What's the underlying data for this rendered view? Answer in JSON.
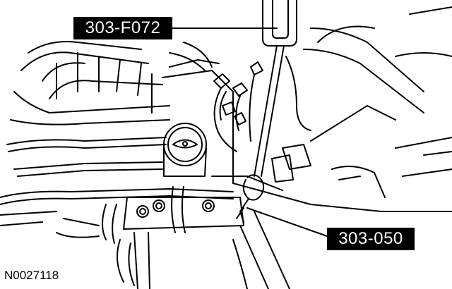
{
  "callouts": {
    "special_tool_top": "303-F072",
    "special_tool_bottom": "303-050"
  },
  "figure": {
    "id": "N0027118"
  },
  "colors": {
    "line": "#000000",
    "background": "#ffffff",
    "callout_fill": "#000000",
    "callout_text": "#ffffff"
  }
}
